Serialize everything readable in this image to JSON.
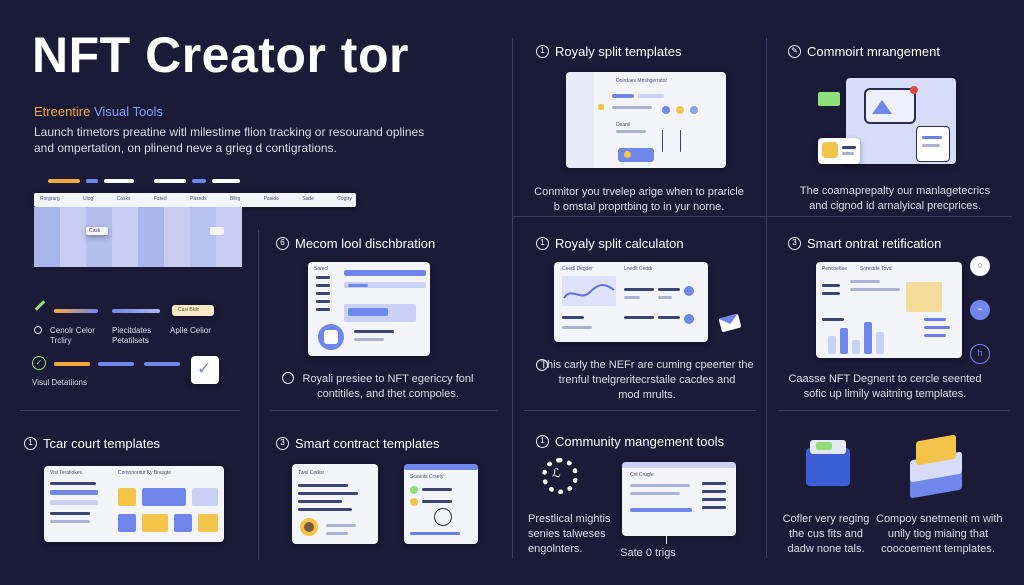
{
  "hero": {
    "title": "NFT Creator tor",
    "subtitle_orange": "Etreentire",
    "subtitle_blue": "Visual Tools",
    "description": "Launch timetors preatine witl milestime flion tracking or resourand oplines and ompertation, on plinend neve a grieg d contigrations."
  },
  "timeline": {
    "columns": [
      "Rorgrarg",
      "Ulog",
      "Casks",
      "Fated",
      "Pasnds",
      "Bltrg",
      "Pasido",
      "Sade",
      "Cogtry"
    ],
    "chip": "Cask"
  },
  "legend": {
    "chip": "Casi Bldc",
    "items": [
      {
        "label": "Cenolr Celor\nTrcliry",
        "icon": "pen-icon"
      },
      {
        "label": "Piecitdates\nPetatilsets",
        "icon": "none"
      },
      {
        "label": "Apile Celior",
        "icon": "none"
      }
    ],
    "checked_label": "Visul Detatiions"
  },
  "sections": {
    "royalty_templates": {
      "num": "1",
      "title": "Royaly split templates",
      "desc": "Conmitor you trvelep arige when to praricle\nb omstal proprtbing to in yur norne.",
      "card_title": "Doirdaes Mnshgerrator",
      "card_item": "Deanil"
    },
    "commit_mgmt": {
      "num": "✎",
      "title": "Commoirt mrangement",
      "desc": "The coamaprepalty our manlagetecrics\nand cignod id arnalyical precprices."
    },
    "mecom": {
      "num": "6",
      "title": "Mecom lool dischbration",
      "desc": "Royali presiee to NFT egericcy fonl\ncontitiles, and thet compoles.",
      "card_label": "Sarecl"
    },
    "royalty_calc": {
      "num": "1",
      "title": "Royaly split calculaton",
      "desc": "This carly the NEFr are cuming cpeerter the\ntrenful tnelgreritecrstaile cacdes and\nmod mrults.",
      "card_a": "Ceedl Degder",
      "card_b": "Lnedlt Ceddr"
    },
    "smart_notif": {
      "num": "3",
      "title": "Smart ontrat retification",
      "desc": "Caasse NFT Degnent to cercle seented\nsofic up limily waitning templates.",
      "card_a": "Pencoetlee",
      "card_b": "Somstde Tovd"
    },
    "tcar": {
      "num": "1",
      "title": "Tcar court templates",
      "card_a": "Visl Teratiokes",
      "card_b": "Comnnoritut Ky Brasgte"
    },
    "smart_contract": {
      "num": "3",
      "title": "Smart contract templates",
      "card_a": "Twel Cedisr",
      "card_b": "Scavols Crsety"
    },
    "community_tools": {
      "num": "1",
      "title": "Community mangement tools",
      "desc": "Prestlical mightis\nsenies talweses\nengolnters.",
      "card_title": "Cnl Crugle",
      "footer": "Sate 0 trigs"
    },
    "bottom_right": {
      "desc_left": "Cofler very reging\nthe cus fits and\ndadw none tals.",
      "desc_right": "Compoy snetmenit m with\nunily tiog miaing that\ncoocoement templates."
    }
  },
  "colors": {
    "bg": "#1b1b38",
    "accent_blue": "#6f86ea",
    "accent_orange": "#f2a93b",
    "accent_yellow": "#f4c44a",
    "accent_green": "#8fe07a"
  }
}
